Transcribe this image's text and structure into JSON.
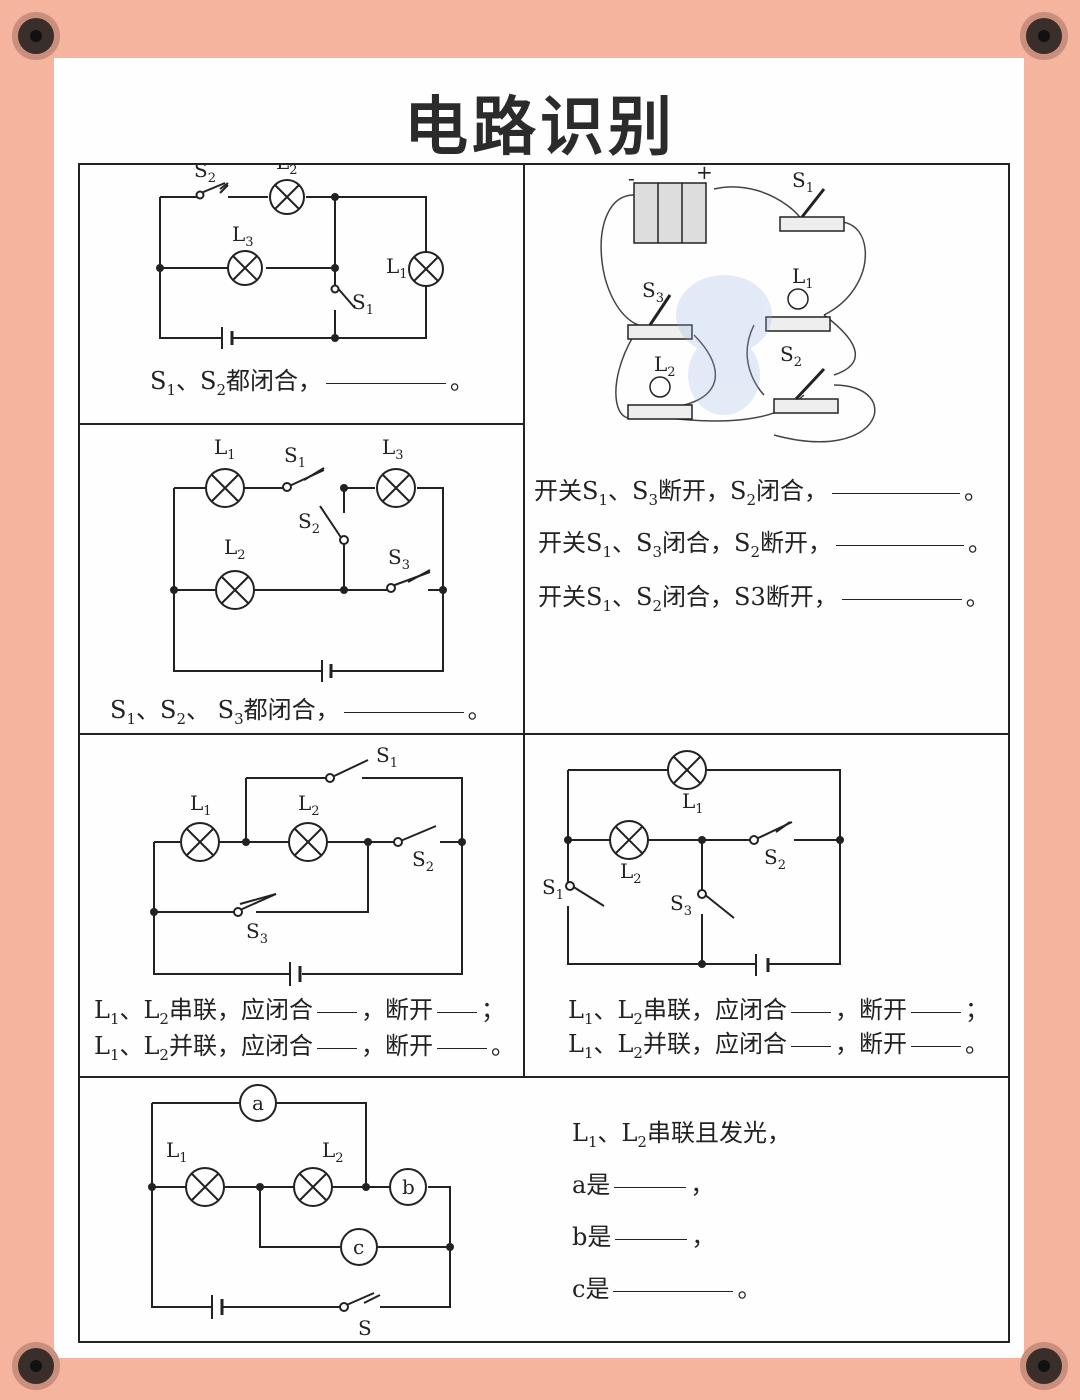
{
  "title": "电路识别",
  "labels": {
    "S": "S",
    "L": "L",
    "a": "a",
    "b": "b",
    "c": "c",
    "minus": "-",
    "plus": "+"
  },
  "subscripts": {
    "one": "1",
    "two": "2",
    "three": "3"
  },
  "panel1": {
    "text": "、",
    "s1": "S",
    "s2": "S",
    "suffix": "都闭合，",
    "end": "。"
  },
  "panel2": {
    "s": "S",
    "sep": "、",
    "suffix": "都闭合，",
    "end": "。"
  },
  "panel3": {
    "q1": {
      "pre": "开关",
      "mid": "断开，",
      "mid2": "闭合，",
      "end": "。"
    },
    "q2": {
      "pre": "开关",
      "mid": "闭合，",
      "mid2": "断开，",
      "end": "。"
    },
    "q3": {
      "pre": "开关",
      "mid": "闭合，",
      "s3": "S3",
      "mid2": "断开，",
      "end": "。"
    }
  },
  "panel45": {
    "series": "串联，应闭合",
    "parallel": "并联，应闭合",
    "open": "，断开",
    "semicolon": "；",
    "end": "。"
  },
  "panel6": {
    "line1": "串联且发光，",
    "a": "a是",
    "b": "b是",
    "c": "c是",
    "comma": "，",
    "end": "。"
  }
}
